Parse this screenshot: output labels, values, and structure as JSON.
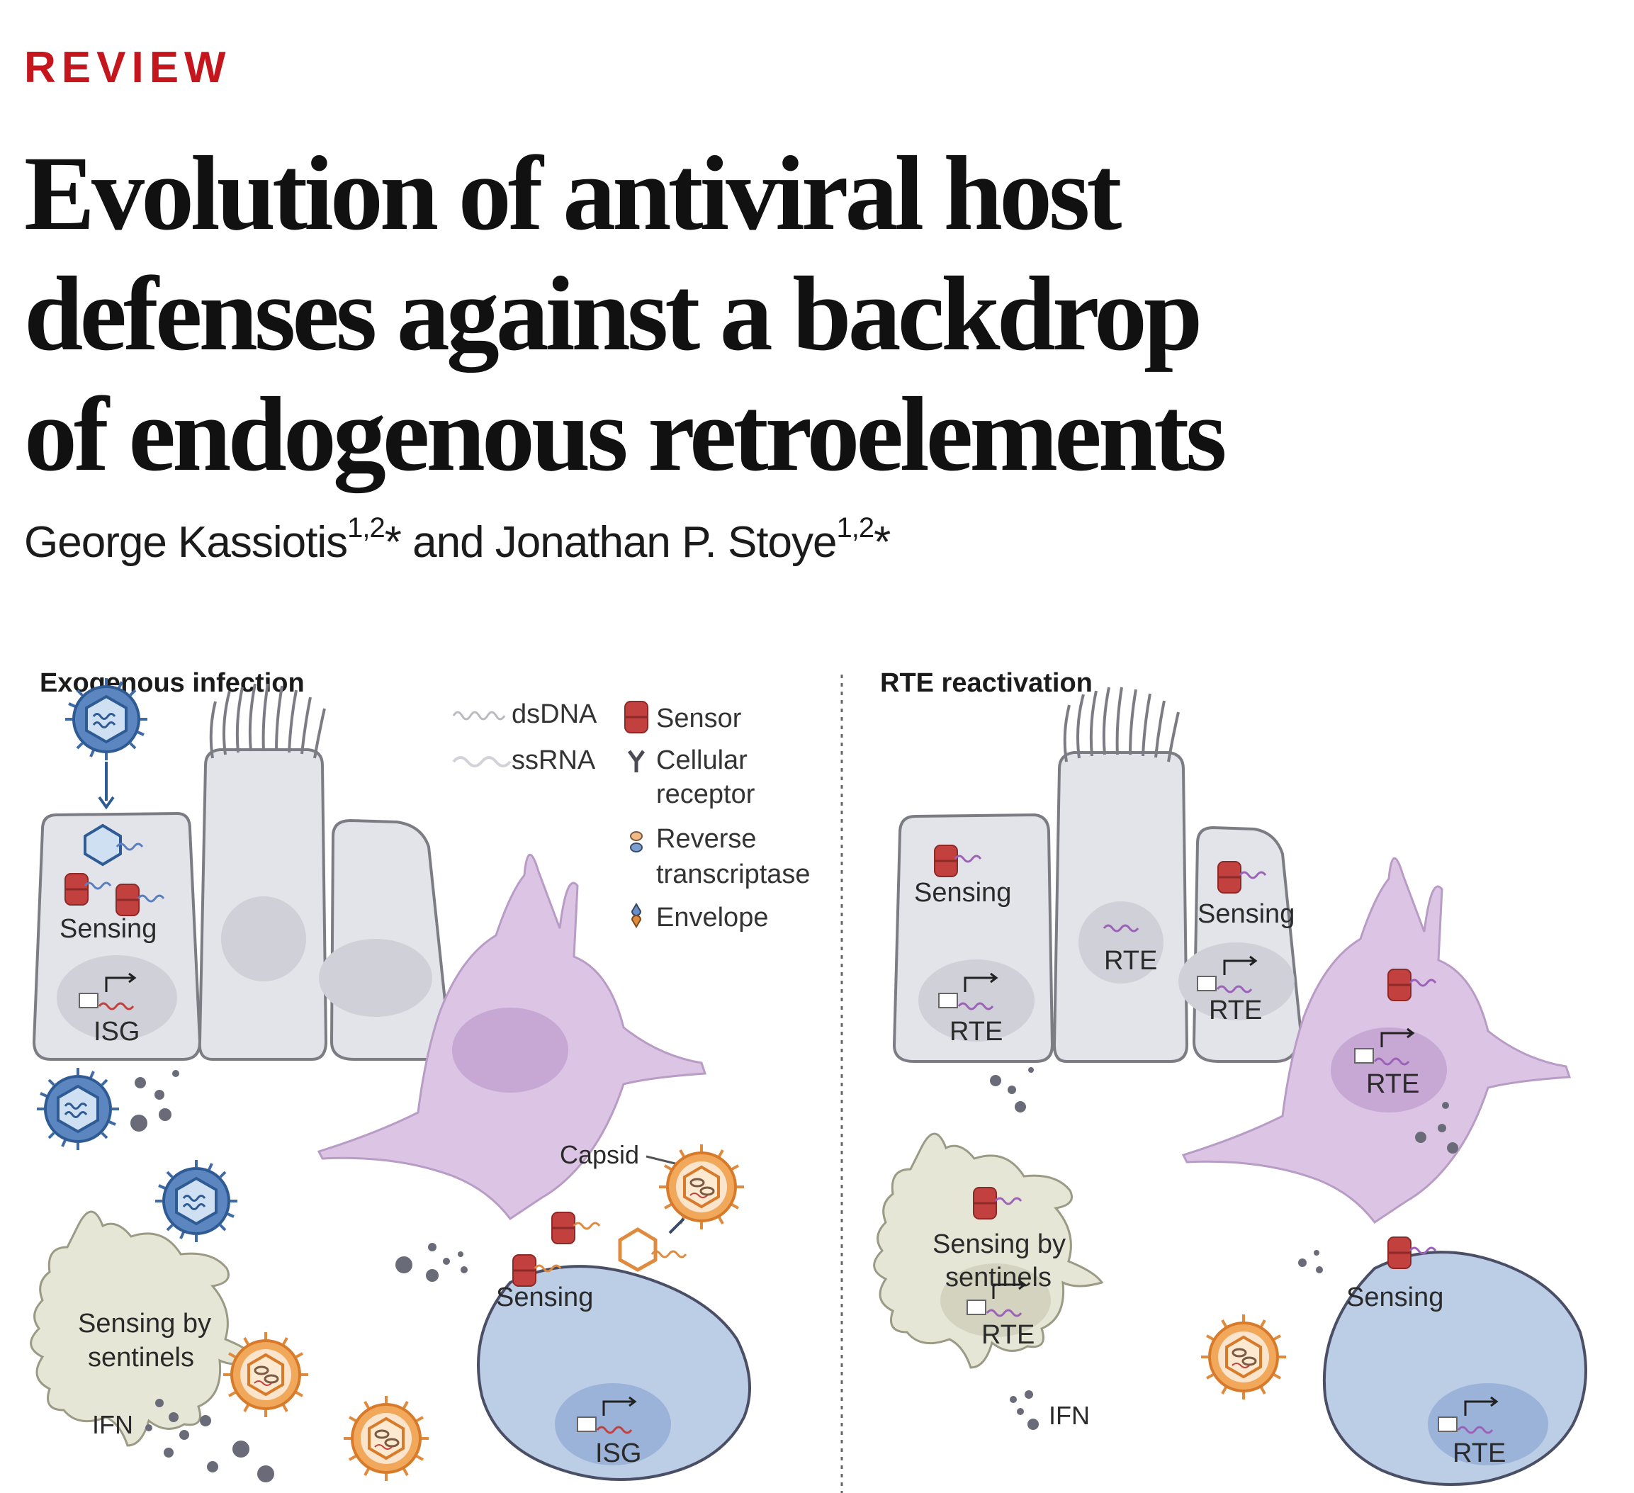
{
  "header": {
    "section_label": "REVIEW",
    "title_lines": [
      "Evolution of antiviral host",
      "defenses against a backdrop",
      "of endogenous retroelements"
    ],
    "authors": [
      {
        "name": "George Kassiotis",
        "affil": "1,2",
        "mark": "*"
      },
      {
        "name": "Jonathan P. Stoye",
        "affil": "1,2",
        "mark": "*"
      }
    ],
    "author_joiner": "and"
  },
  "figure": {
    "left_panel": {
      "title": "Exogenous infection",
      "labels": {
        "sensing_top": "Sensing",
        "isg_top": "ISG",
        "sensing_sentinel_1": "Sensing by",
        "sensing_sentinel_2": "sentinels",
        "ifn": "IFN",
        "capsid": "Capsid",
        "sensing_blue": "Sensing",
        "isg_blue": "ISG"
      }
    },
    "legend": {
      "dsdna": "dsDNA",
      "ssrna": "ssRNA",
      "sensor": "Sensor",
      "receptor_1": "Cellular",
      "receptor_2": "receptor",
      "rt_1": "Reverse",
      "rt_2": "transcriptase",
      "envelope": "Envelope"
    },
    "right_panel": {
      "title": "RTE reactivation",
      "labels": {
        "sensing_1": "Sensing",
        "rte_1": "RTE",
        "rte_2": "RTE",
        "sensing_3": "Sensing",
        "rte_3": "RTE",
        "rte_purple": "RTE",
        "sensing_sentinel_1": "Sensing by",
        "sensing_sentinel_2": "sentinels",
        "rte_sentinel": "RTE",
        "ifn": "IFN",
        "sensing_blue": "Sensing",
        "rte_blue": "RTE"
      }
    },
    "colors": {
      "epithelial_fill": "#e3e4e9",
      "epithelial_stroke": "#7c7d84",
      "dendritic_fill": "#dcc5e4",
      "sentinel_fill": "#e6e6d6",
      "blue_cell_fill": "#bccde6",
      "sensor_red": "#c2403e",
      "dsdna_blue": "#5a7fc0",
      "rna_purple": "#9b62b8",
      "retro_orange": "#e08a3d",
      "dots": "#6a6b78",
      "kicker_red": "#c4161c"
    }
  }
}
